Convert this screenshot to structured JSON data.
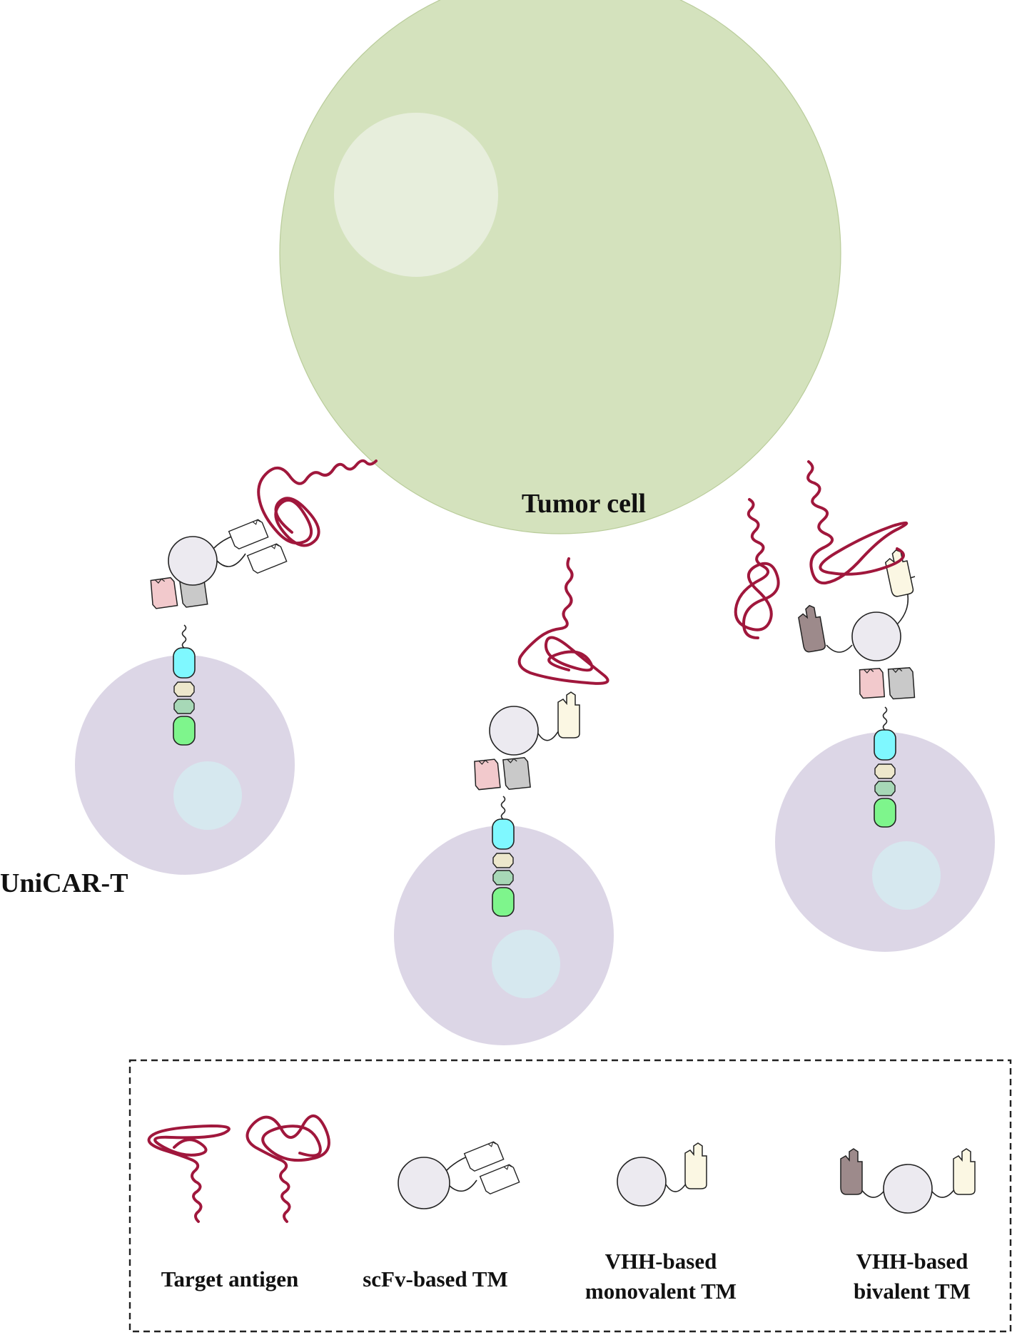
{
  "labels": {
    "tumor_cell": "Tumor cell",
    "unicar_t": "UniCAR-T"
  },
  "legend": {
    "target_antigen": "Target antigen",
    "scfv_tm": "scFv-based TM",
    "vhh_mono_line1": "VHH-based",
    "vhh_mono_line2": "monovalent TM",
    "vhh_bi_line1": "VHH-based",
    "vhh_bi_line2": "bivalent TM"
  },
  "colors": {
    "tumor_cell": "#d4e2bd",
    "tumor_nucleus": "#e7eedc",
    "t_cell": "#dcd6e6",
    "t_cell_nucleus": "#d6e8ef",
    "antigen": "#a0173c",
    "adaptor_circle": "#eceaf0",
    "vh_pink": "#f2c9cc",
    "vl_gray": "#c9c9c9",
    "cd3z_cyan": "#7ff8ff",
    "hinge_beige": "#ede7cc",
    "costim_green_pale": "#a7d8b7",
    "signal_green": "#7ef58c",
    "vhh_cream": "#fbf7e3",
    "vhh_mauve": "#9d8a8b"
  }
}
